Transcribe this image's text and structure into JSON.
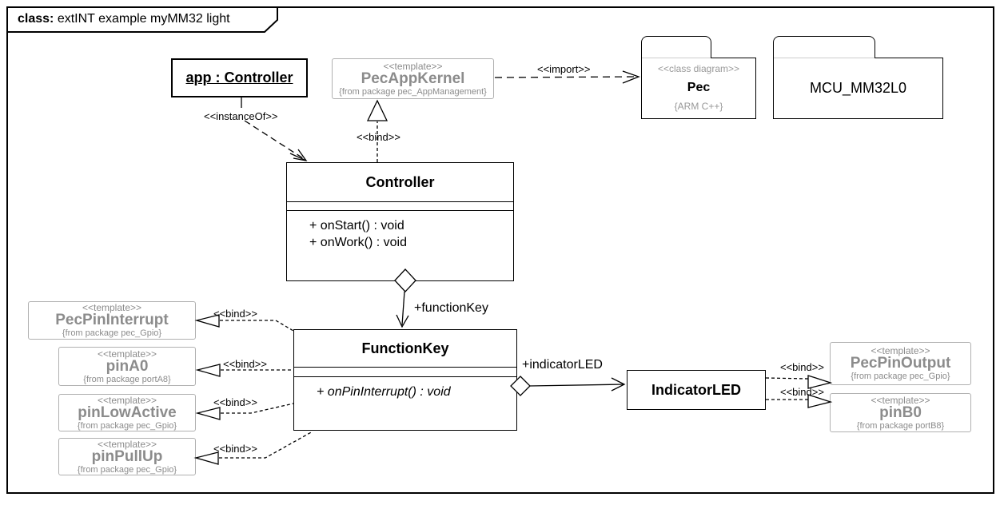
{
  "title": {
    "keyword": "class:",
    "text": "extINT example myMM32 light"
  },
  "labels": {
    "instance_of": "<<instanceOf>>",
    "bind": "<<bind>>",
    "import": "<<import>>",
    "function_key_role": "+functionKey",
    "indicator_led_role": "+indicatorLED"
  },
  "nodes": {
    "app": {
      "name": "app : Controller"
    },
    "pec_app_kernel": {
      "stereotype": "<<template>>",
      "name": "PecAppKernel",
      "origin": "{from package pec_AppManagement}"
    },
    "pec_package": {
      "stereotype": "<<class diagram>>",
      "name": "Pec",
      "tag": "{ARM C++}"
    },
    "mcu_package": {
      "name": "MCU_MM32L0"
    },
    "controller": {
      "name": "Controller",
      "operations": [
        "+ onStart() : void",
        "+ onWork() : void"
      ]
    },
    "function_key": {
      "name": "FunctionKey",
      "operations": [
        "+ onPinInterrupt() : void"
      ]
    },
    "indicator_led": {
      "name": "IndicatorLED"
    },
    "pec_pin_interrupt": {
      "stereotype": "<<template>>",
      "name": "PecPinInterrupt",
      "origin": "{from package pec_Gpio}"
    },
    "pin_a0": {
      "stereotype": "<<template>>",
      "name": "pinA0",
      "origin": "{from package portA8}"
    },
    "pin_low_active": {
      "stereotype": "<<template>>",
      "name": "pinLowActive",
      "origin": "{from package pec_Gpio}"
    },
    "pin_pull_up": {
      "stereotype": "<<template>>",
      "name": "pinPullUp",
      "origin": "{from package pec_Gpio}"
    },
    "pec_pin_output": {
      "stereotype": "<<template>>",
      "name": "PecPinOutput",
      "origin": "{from package pec_Gpio}"
    },
    "pin_b0": {
      "stereotype": "<<template>>",
      "name": "pinB0",
      "origin": "{from package portB8}"
    }
  },
  "colors": {
    "line": "#000000",
    "template_text": "#8c8c8c",
    "template_border": "#b0b0b0",
    "package_gray": "#999999"
  }
}
